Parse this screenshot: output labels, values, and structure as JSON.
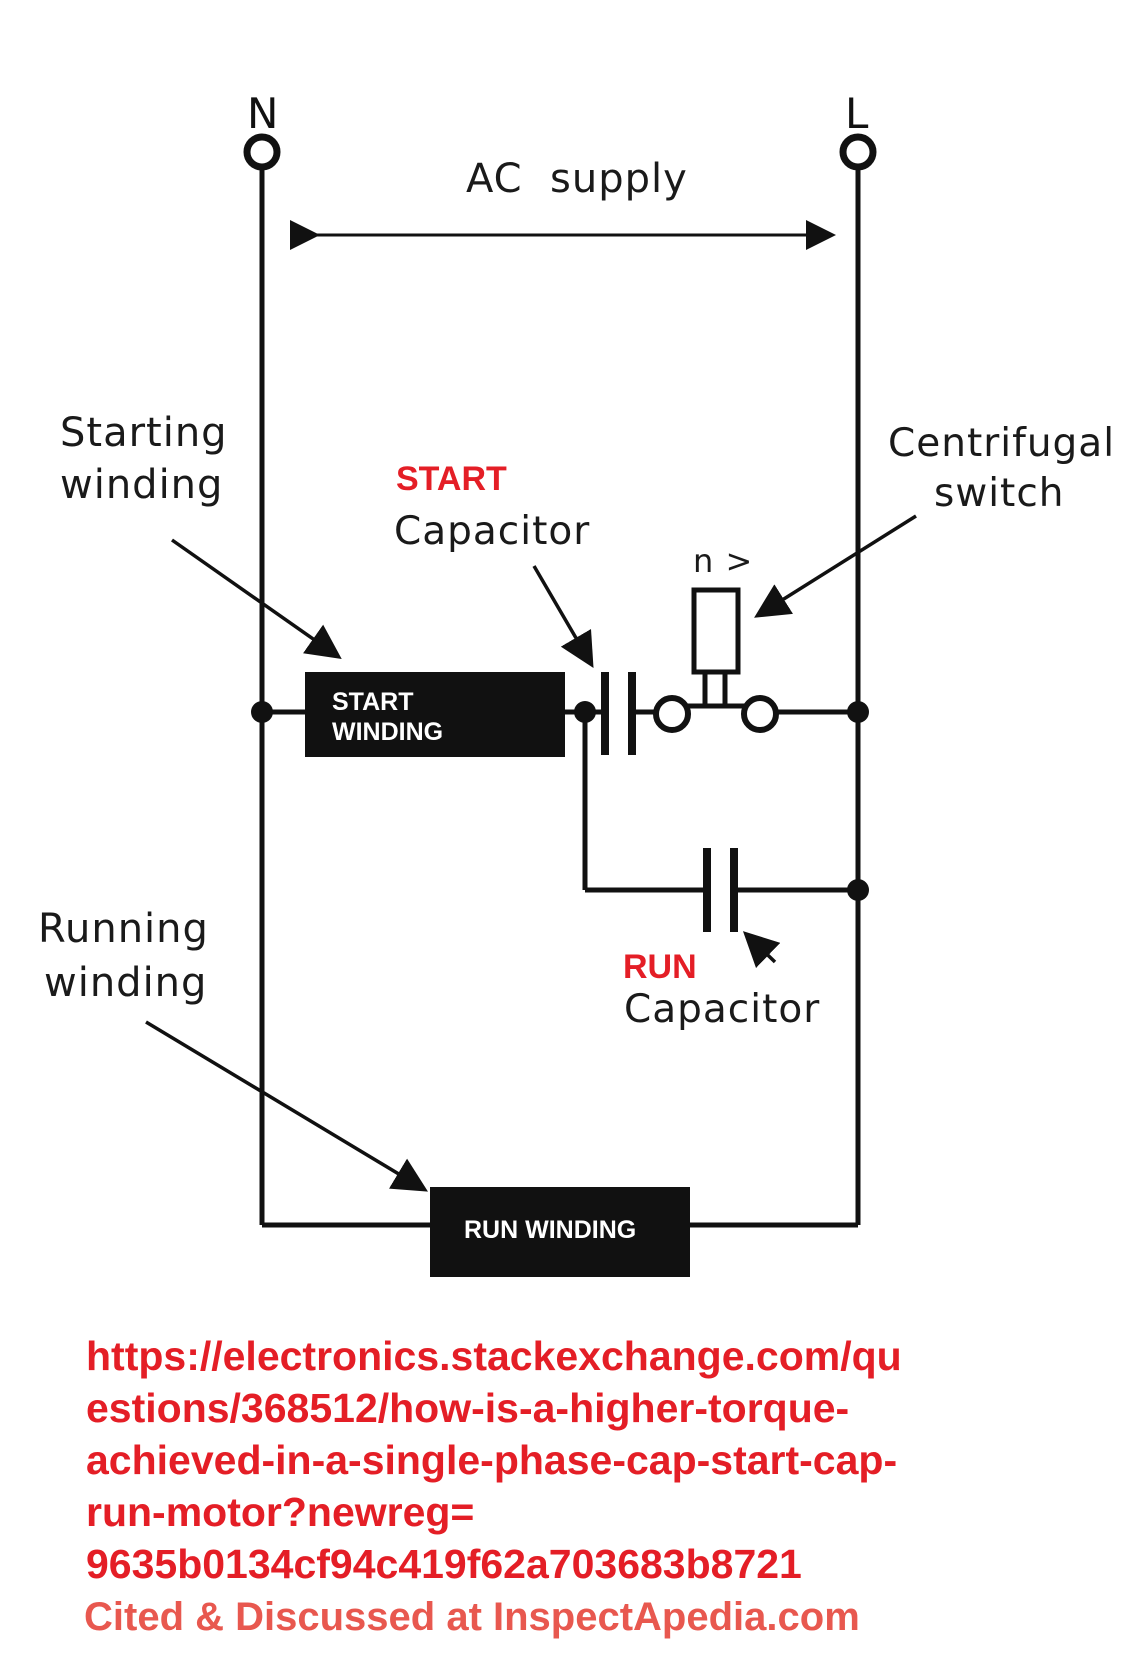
{
  "terminals": {
    "neutral": "N",
    "line": "L"
  },
  "supply_label": "AC  supply",
  "labels": {
    "starting_winding": [
      "Starting",
      "winding"
    ],
    "start_capacitor": {
      "emphasis": "START",
      "text": "Capacitor"
    },
    "centrifugal_switch": [
      "Centrifugal",
      "switch"
    ],
    "switch_speed_mark": "n >",
    "running_winding": [
      "Running",
      "winding"
    ],
    "run_capacitor": {
      "emphasis": "RUN",
      "text": "Capacitor"
    }
  },
  "components": {
    "start_winding": [
      "START",
      "WINDING"
    ],
    "run_winding": "RUN WINDING"
  },
  "source": {
    "url_lines": [
      "https://electronics.stackexchange.com/qu",
      "estions/368512/how-is-a-higher-torque-",
      "achieved-in-a-single-phase-cap-start-cap-",
      "run-motor?newreg=",
      "9635b0134cf94c419f62a703683b8721"
    ],
    "citation": "Cited & Discussed at  InspectApedia.com"
  },
  "colors": {
    "accent_red": "#e41e26",
    "wire": "#111111",
    "box": "#111111"
  }
}
